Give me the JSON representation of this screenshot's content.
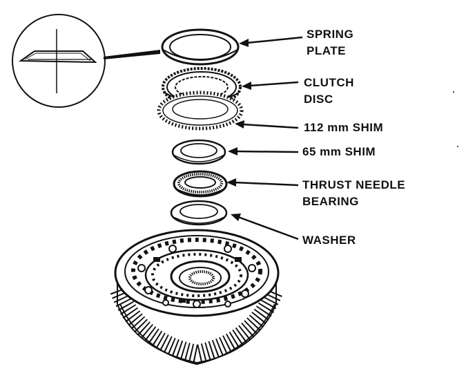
{
  "labels": {
    "spring_plate": [
      "SPRING",
      "PLATE"
    ],
    "clutch_disc": [
      "CLUTCH",
      "DISC"
    ],
    "shim_112": "112 mm SHIM",
    "shim_65": "65 mm SHIM",
    "thrust_bearing": [
      "THRUST NEEDLE",
      "BEARING"
    ],
    "washer": "WASHER"
  },
  "colors": {
    "ink": "#111111",
    "background": "#ffffff"
  }
}
